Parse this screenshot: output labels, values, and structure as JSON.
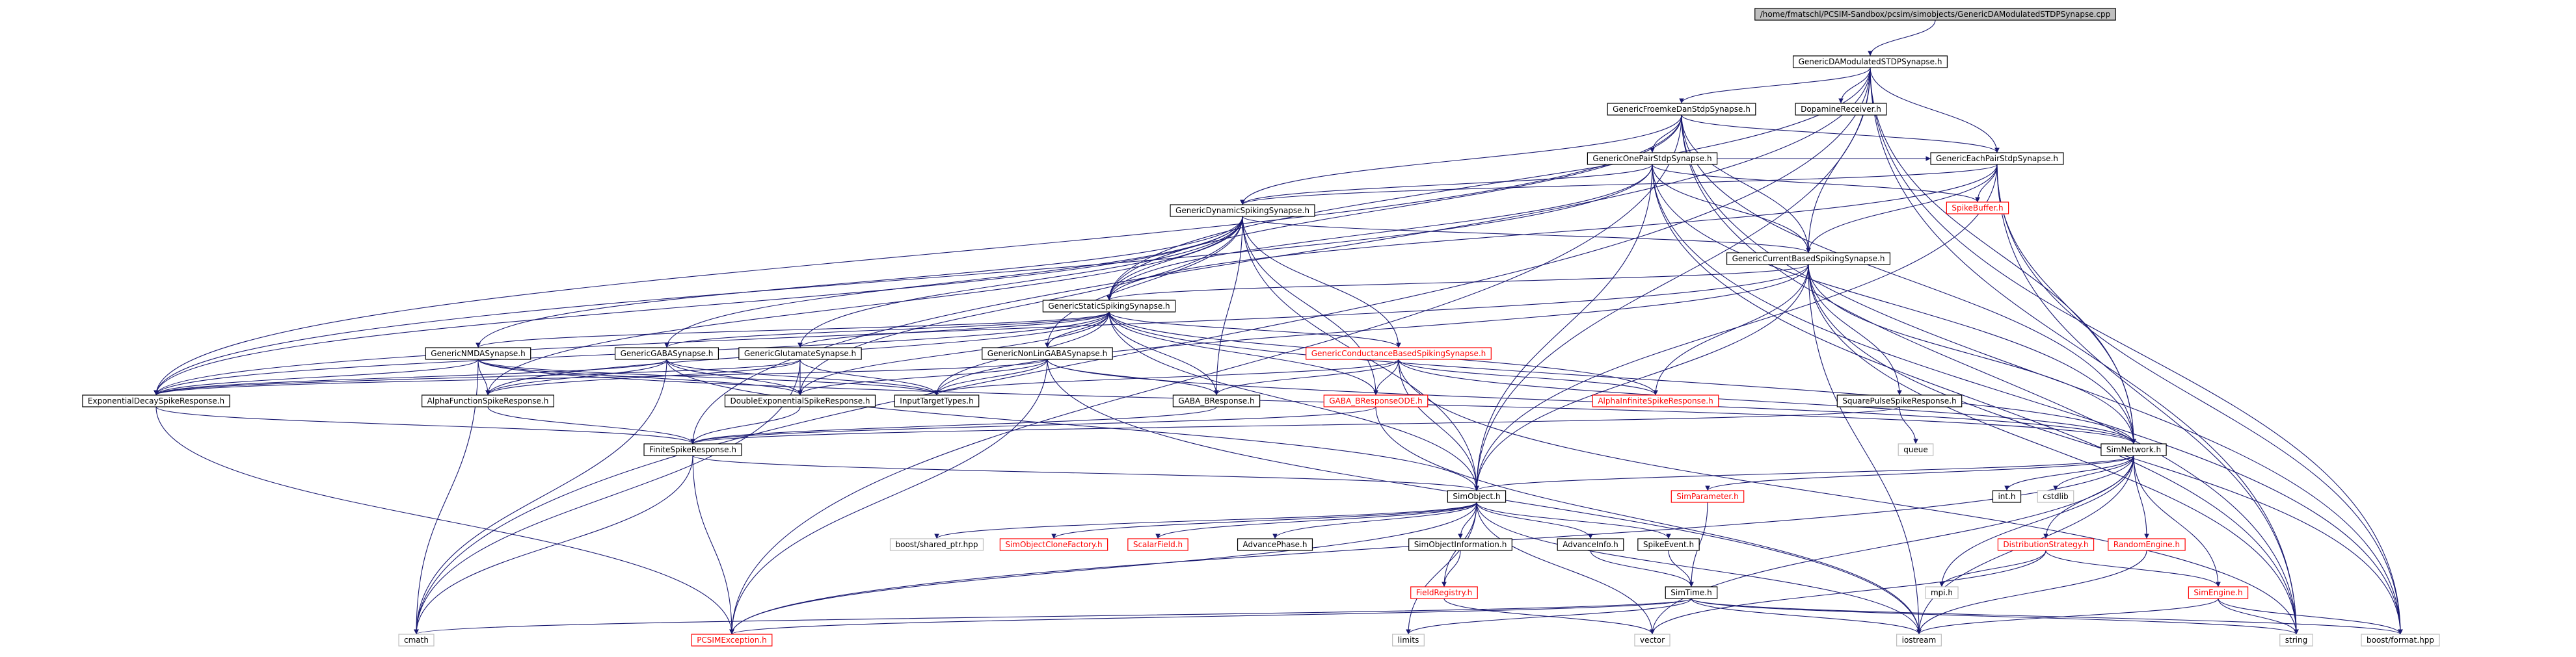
{
  "graph": {
    "nodes": [
      {
        "id": "root",
        "label": "/home/fmatschl/PCSIM-Sandbox/pcsim/simobjects/GenericDAModulatedSTDPSynapse.cpp",
        "style": "root"
      },
      {
        "id": "damod",
        "label": "GenericDAModulatedSTDPSynapse.h",
        "style": "normal"
      },
      {
        "id": "froemke",
        "label": "GenericFroemkeDanStdpSynapse.h",
        "style": "normal"
      },
      {
        "id": "dopamine",
        "label": "DopamineReceiver.h",
        "style": "normal"
      },
      {
        "id": "onepair",
        "label": "GenericOnePairStdpSynapse.h",
        "style": "normal"
      },
      {
        "id": "eachpair",
        "label": "GenericEachPairStdpSynapse.h",
        "style": "normal"
      },
      {
        "id": "spikebuffer",
        "label": "SpikeBuffer.h",
        "style": "red"
      },
      {
        "id": "dynamic",
        "label": "GenericDynamicSpikingSynapse.h",
        "style": "normal"
      },
      {
        "id": "currentbased",
        "label": "GenericCurrentBasedSpikingSynapse.h",
        "style": "normal"
      },
      {
        "id": "static",
        "label": "GenericStaticSpikingSynapse.h",
        "style": "normal"
      },
      {
        "id": "nmda",
        "label": "GenericNMDASynapse.h",
        "style": "normal"
      },
      {
        "id": "gaba",
        "label": "GenericGABASynapse.h",
        "style": "normal"
      },
      {
        "id": "glutamate",
        "label": "GenericGlutamateSynapse.h",
        "style": "normal"
      },
      {
        "id": "nonlingaba",
        "label": "GenericNonLinGABASynapse.h",
        "style": "normal"
      },
      {
        "id": "conductance",
        "label": "GenericConductanceBasedSpikingSynapse.h",
        "style": "red"
      },
      {
        "id": "expdecay",
        "label": "ExponentialDecaySpikeResponse.h",
        "style": "normal"
      },
      {
        "id": "alphafunc",
        "label": "AlphaFunctionSpikeResponse.h",
        "style": "normal"
      },
      {
        "id": "doubleexp",
        "label": "DoubleExponentialSpikeResponse.h",
        "style": "normal"
      },
      {
        "id": "inputtarget",
        "label": "InputTargetTypes.h",
        "style": "normal"
      },
      {
        "id": "gababresp",
        "label": "GABA_BResponse.h",
        "style": "normal"
      },
      {
        "id": "gababode",
        "label": "GABA_BResponseODE.h",
        "style": "red"
      },
      {
        "id": "alphainf",
        "label": "AlphaInfiniteSpikeResponse.h",
        "style": "red"
      },
      {
        "id": "squarepulse",
        "label": "SquarePulseSpikeResponse.h",
        "style": "normal"
      },
      {
        "id": "finite",
        "label": "FiniteSpikeResponse.h",
        "style": "normal"
      },
      {
        "id": "queue",
        "label": "queue",
        "style": "plain"
      },
      {
        "id": "simnetwork",
        "label": "SimNetwork.h",
        "style": "normal"
      },
      {
        "id": "simobject",
        "label": "SimObject.h",
        "style": "normal"
      },
      {
        "id": "simparameter",
        "label": "SimParameter.h",
        "style": "red"
      },
      {
        "id": "inttypes",
        "label": "int.h",
        "style": "normal"
      },
      {
        "id": "cstdlib",
        "label": "cstdlib",
        "style": "plain"
      },
      {
        "id": "sharedptr",
        "label": "boost/shared_ptr.hpp",
        "style": "plain"
      },
      {
        "id": "clonefactory",
        "label": "SimObjectCloneFactory.h",
        "style": "red"
      },
      {
        "id": "scalarfield",
        "label": "ScalarField.h",
        "style": "red"
      },
      {
        "id": "advancephase",
        "label": "AdvancePhase.h",
        "style": "normal"
      },
      {
        "id": "objinfo",
        "label": "SimObjectInformation.h",
        "style": "normal"
      },
      {
        "id": "advanceinfo",
        "label": "AdvanceInfo.h",
        "style": "normal"
      },
      {
        "id": "spikeevent",
        "label": "SpikeEvent.h",
        "style": "normal"
      },
      {
        "id": "diststrategy",
        "label": "DistributionStrategy.h",
        "style": "red"
      },
      {
        "id": "randomengine",
        "label": "RandomEngine.h",
        "style": "red"
      },
      {
        "id": "fieldregistry",
        "label": "FieldRegistry.h",
        "style": "red"
      },
      {
        "id": "simtime",
        "label": "SimTime.h",
        "style": "normal"
      },
      {
        "id": "simengine",
        "label": "SimEngine.h",
        "style": "red"
      },
      {
        "id": "mpih",
        "label": "mpi.h",
        "style": "plain"
      },
      {
        "id": "cmath",
        "label": "cmath",
        "style": "plain"
      },
      {
        "id": "pcsimexc",
        "label": "PCSIMException.h",
        "style": "red"
      },
      {
        "id": "limits",
        "label": "limits",
        "style": "plain"
      },
      {
        "id": "vector",
        "label": "vector",
        "style": "plain"
      },
      {
        "id": "iostream",
        "label": "iostream",
        "style": "plain"
      },
      {
        "id": "string",
        "label": "string",
        "style": "plain"
      },
      {
        "id": "boostformat",
        "label": "boost/format.hpp",
        "style": "plain"
      }
    ],
    "edges": [
      [
        "root",
        "damod"
      ],
      [
        "damod",
        "froemke"
      ],
      [
        "damod",
        "dopamine"
      ],
      [
        "damod",
        "eachpair"
      ],
      [
        "damod",
        "currentbased"
      ],
      [
        "damod",
        "static"
      ],
      [
        "damod",
        "simnetwork"
      ],
      [
        "damod",
        "simobject"
      ],
      [
        "damod",
        "finite"
      ],
      [
        "damod",
        "cmath"
      ],
      [
        "damod",
        "string"
      ],
      [
        "damod",
        "boostformat"
      ],
      [
        "froemke",
        "onepair"
      ],
      [
        "froemke",
        "eachpair"
      ],
      [
        "froemke",
        "dynamic"
      ],
      [
        "froemke",
        "currentbased"
      ],
      [
        "froemke",
        "static"
      ],
      [
        "froemke",
        "expdecay"
      ],
      [
        "froemke",
        "simnetwork"
      ],
      [
        "froemke",
        "pcsimexc"
      ],
      [
        "froemke",
        "string"
      ],
      [
        "froemke",
        "boostformat"
      ],
      [
        "onepair",
        "eachpair"
      ],
      [
        "onepair",
        "spikebuffer"
      ],
      [
        "onepair",
        "dynamic"
      ],
      [
        "onepair",
        "currentbased"
      ],
      [
        "onepair",
        "static"
      ],
      [
        "onepair",
        "expdecay"
      ],
      [
        "onepair",
        "simnetwork"
      ],
      [
        "onepair",
        "simobject"
      ],
      [
        "onepair",
        "string"
      ],
      [
        "onepair",
        "boostformat"
      ],
      [
        "eachpair",
        "spikebuffer"
      ],
      [
        "eachpair",
        "dynamic"
      ],
      [
        "eachpair",
        "currentbased"
      ],
      [
        "eachpair",
        "static"
      ],
      [
        "eachpair",
        "simnetwork"
      ],
      [
        "eachpair",
        "simobject"
      ],
      [
        "eachpair",
        "string"
      ],
      [
        "eachpair",
        "boostformat"
      ],
      [
        "dynamic",
        "currentbased"
      ],
      [
        "dynamic",
        "static"
      ],
      [
        "dynamic",
        "nmda"
      ],
      [
        "dynamic",
        "gaba"
      ],
      [
        "dynamic",
        "glutamate"
      ],
      [
        "dynamic",
        "nonlingaba"
      ],
      [
        "dynamic",
        "conductance"
      ],
      [
        "dynamic",
        "expdecay"
      ],
      [
        "dynamic",
        "alphafunc"
      ],
      [
        "dynamic",
        "doubleexp"
      ],
      [
        "dynamic",
        "gababresp"
      ],
      [
        "dynamic",
        "gababode"
      ],
      [
        "dynamic",
        "simobject"
      ],
      [
        "currentbased",
        "static"
      ],
      [
        "currentbased",
        "alphainf"
      ],
      [
        "currentbased",
        "squarepulse"
      ],
      [
        "currentbased",
        "simnetwork"
      ],
      [
        "currentbased",
        "simobject"
      ],
      [
        "currentbased",
        "expdecay"
      ],
      [
        "currentbased",
        "inputtarget"
      ],
      [
        "currentbased",
        "iostream"
      ],
      [
        "currentbased",
        "string"
      ],
      [
        "currentbased",
        "boostformat"
      ],
      [
        "static",
        "nmda"
      ],
      [
        "static",
        "gaba"
      ],
      [
        "static",
        "glutamate"
      ],
      [
        "static",
        "nonlingaba"
      ],
      [
        "static",
        "conductance"
      ],
      [
        "static",
        "expdecay"
      ],
      [
        "static",
        "alphafunc"
      ],
      [
        "static",
        "doubleexp"
      ],
      [
        "static",
        "inputtarget"
      ],
      [
        "static",
        "gababresp"
      ],
      [
        "static",
        "gababode"
      ],
      [
        "static",
        "alphainf"
      ],
      [
        "static",
        "simnetwork"
      ],
      [
        "static",
        "simobject"
      ],
      [
        "nmda",
        "expdecay"
      ],
      [
        "nmda",
        "alphafunc"
      ],
      [
        "nmda",
        "doubleexp"
      ],
      [
        "nmda",
        "inputtarget"
      ],
      [
        "nmda",
        "cmath"
      ],
      [
        "nmda",
        "simnetwork"
      ],
      [
        "gaba",
        "expdecay"
      ],
      [
        "gaba",
        "alphafunc"
      ],
      [
        "gaba",
        "doubleexp"
      ],
      [
        "gaba",
        "inputtarget"
      ],
      [
        "gaba",
        "cmath"
      ],
      [
        "gaba",
        "simobject"
      ],
      [
        "glutamate",
        "expdecay"
      ],
      [
        "glutamate",
        "alphafunc"
      ],
      [
        "glutamate",
        "doubleexp"
      ],
      [
        "glutamate",
        "inputtarget"
      ],
      [
        "glutamate",
        "cmath"
      ],
      [
        "nonlingaba",
        "gababresp"
      ],
      [
        "nonlingaba",
        "expdecay"
      ],
      [
        "nonlingaba",
        "doubleexp"
      ],
      [
        "nonlingaba",
        "inputtarget"
      ],
      [
        "nonlingaba",
        "simnetwork"
      ],
      [
        "nonlingaba",
        "iostream"
      ],
      [
        "nonlingaba",
        "pcsimexc"
      ],
      [
        "conductance",
        "gababode"
      ],
      [
        "conductance",
        "gababresp"
      ],
      [
        "conductance",
        "alphainf"
      ],
      [
        "conductance",
        "inputtarget"
      ],
      [
        "conductance",
        "simnetwork"
      ],
      [
        "conductance",
        "simobject"
      ],
      [
        "conductance",
        "string"
      ],
      [
        "expdecay",
        "finite"
      ],
      [
        "expdecay",
        "pcsimexc"
      ],
      [
        "alphafunc",
        "finite"
      ],
      [
        "doubleexp",
        "finite"
      ],
      [
        "gababresp",
        "finite"
      ],
      [
        "gababode",
        "finite"
      ],
      [
        "gababode",
        "iostream"
      ],
      [
        "squarepulse",
        "finite"
      ],
      [
        "squarepulse",
        "queue"
      ],
      [
        "finite",
        "simobject"
      ],
      [
        "finite",
        "cmath"
      ],
      [
        "finite",
        "pcsimexc"
      ],
      [
        "simnetwork",
        "simobject"
      ],
      [
        "simnetwork",
        "simparameter"
      ],
      [
        "simnetwork",
        "inttypes"
      ],
      [
        "simnetwork",
        "cstdlib"
      ],
      [
        "simnetwork",
        "diststrategy"
      ],
      [
        "simnetwork",
        "randomengine"
      ],
      [
        "simnetwork",
        "simengine"
      ],
      [
        "simnetwork",
        "mpih"
      ],
      [
        "simnetwork",
        "vector"
      ],
      [
        "simnetwork",
        "iostream"
      ],
      [
        "simnetwork",
        "pcsimexc"
      ],
      [
        "simobject",
        "sharedptr"
      ],
      [
        "simobject",
        "clonefactory"
      ],
      [
        "simobject",
        "scalarfield"
      ],
      [
        "simobject",
        "advancephase"
      ],
      [
        "simobject",
        "objinfo"
      ],
      [
        "simobject",
        "advanceinfo"
      ],
      [
        "simobject",
        "spikeevent"
      ],
      [
        "simobject",
        "fieldregistry"
      ],
      [
        "simobject",
        "pcsimexc"
      ],
      [
        "simobject",
        "vector"
      ],
      [
        "simobject",
        "iostream"
      ],
      [
        "simobject",
        "limits"
      ],
      [
        "objinfo",
        "fieldregistry"
      ],
      [
        "advanceinfo",
        "simtime"
      ],
      [
        "spikeevent",
        "simtime"
      ],
      [
        "simparameter",
        "simtime"
      ],
      [
        "diststrategy",
        "mpih"
      ],
      [
        "diststrategy",
        "vector"
      ],
      [
        "diststrategy",
        "simengine"
      ],
      [
        "randomengine",
        "iostream"
      ],
      [
        "simengine",
        "iostream"
      ],
      [
        "simengine",
        "string"
      ],
      [
        "simengine",
        "boostformat"
      ],
      [
        "fieldregistry",
        "vector"
      ],
      [
        "simtime",
        "cmath"
      ],
      [
        "simtime",
        "limits"
      ],
      [
        "simtime",
        "iostream"
      ],
      [
        "simtime",
        "pcsimexc"
      ],
      [
        "simtime",
        "string"
      ],
      [
        "simtime",
        "boostformat"
      ]
    ]
  }
}
